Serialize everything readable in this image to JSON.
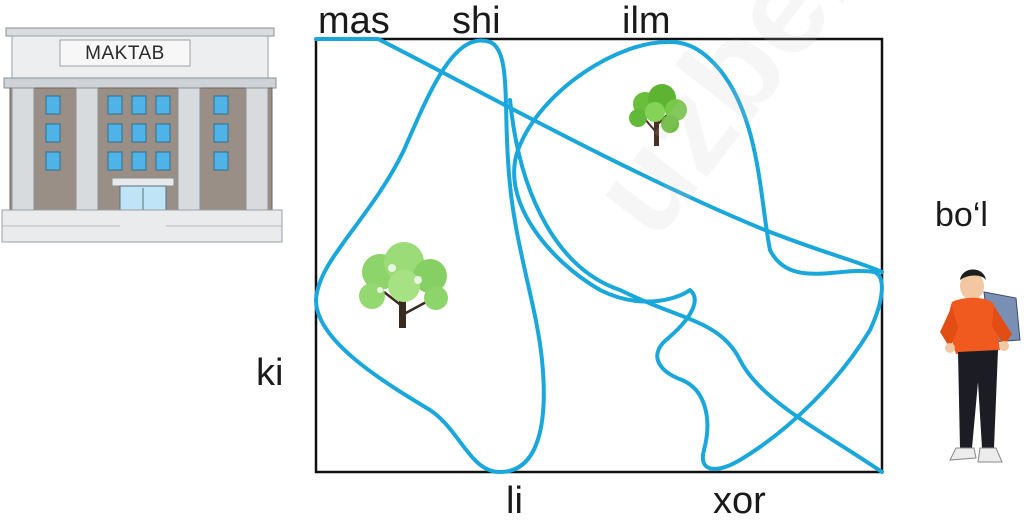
{
  "school": {
    "sign": "MAKTAB"
  },
  "syllables": {
    "top": [
      "mas",
      "shi",
      "ilm"
    ],
    "right": "bo‘l",
    "left": "ki",
    "bottom": [
      "li",
      "xor"
    ]
  },
  "watermark": "uzbekportal.uz",
  "colors": {
    "path": "#1aa7dc",
    "frame": "#111111",
    "tree_leaves": "#6abf3a",
    "trunk": "#4a3020",
    "building_wall": "#9a8f86",
    "window": "#4fb3e8",
    "boy_shirt": "#f05a1e",
    "boy_pants": "#1c1c24"
  },
  "icons": [
    "school-building-icon",
    "tree-icon",
    "boy-icon"
  ]
}
